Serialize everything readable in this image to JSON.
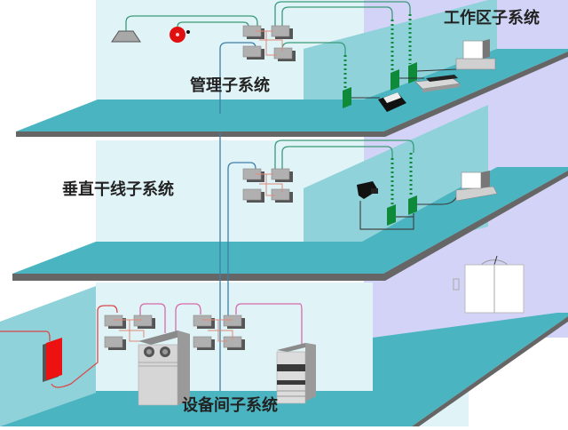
{
  "diagram": {
    "title": "综合布线系统结构示意",
    "labels": {
      "management": "管理子系统",
      "work_area": "工作区子系统",
      "vertical": "垂直干线子系统",
      "equipment": "设备间子系统"
    },
    "floors": [
      {
        "name": "top-floor",
        "subsystem": "管理子系统",
        "devices": [
          "speaker",
          "alarm-bell",
          "patch-panels",
          "telephone",
          "printer",
          "computer",
          "wall-outlets"
        ]
      },
      {
        "name": "middle-floor",
        "subsystem": "垂直干线子系统",
        "devices": [
          "patch-panels",
          "camera",
          "computer",
          "wall-outlets"
        ]
      },
      {
        "name": "bottom-floor",
        "subsystem": "设备间子系统",
        "devices": [
          "fire-panel",
          "patch-panels",
          "main-server",
          "rack-cabinet",
          "elevator-door"
        ]
      }
    ],
    "colors": {
      "floor": "#4ab5c1",
      "floor_edge": "#666666",
      "back_wall": "#e0f3f6",
      "side_wall": "#d3d3f7",
      "partition": "#8fd2d9",
      "outlet": "#0e8a3a",
      "cable_green": "#3a9a7a",
      "cable_blue": "#3d7fa8",
      "cable_pink": "#d86aa8",
      "cable_red": "#d84a4a"
    }
  }
}
